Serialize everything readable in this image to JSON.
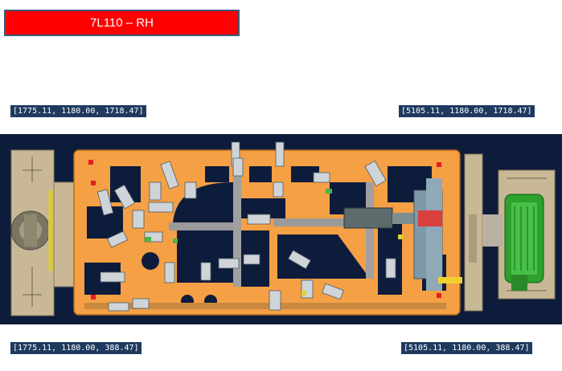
{
  "title": "7L110 – RH",
  "coordinates": {
    "top_left": "[1775.11, 1180.00, 1718.47]",
    "top_right": "[5105.11, 1180.00, 1718.47]",
    "bottom_left": "[1775.11, 1180.00, 388.47]",
    "bottom_right": "[5105.11, 1180.00, 388.47]"
  },
  "colors": {
    "banner": "#ff0000",
    "background": "#0e1c3c",
    "plate": "#f5a045",
    "frame": "#c8b896",
    "motor": "#2da02d"
  },
  "icons": [
    "fixture-plate",
    "end-stand",
    "motor-unit",
    "clamp-unit"
  ]
}
